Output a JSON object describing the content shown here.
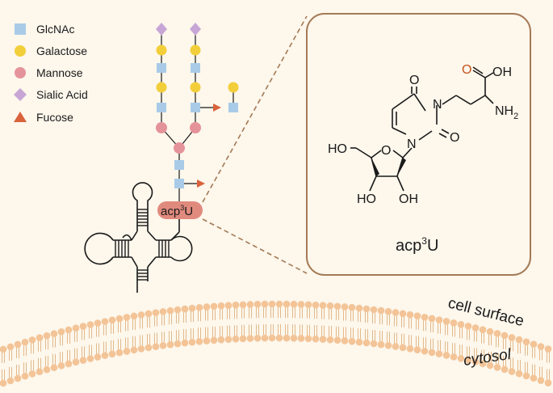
{
  "legend": [
    {
      "shape": "square",
      "label": "GlcNAc",
      "color": "#a9cbe8"
    },
    {
      "shape": "circle",
      "label": "Galactose",
      "color": "#f2cf3a"
    },
    {
      "shape": "circle",
      "label": "Mannose",
      "color": "#e5939a"
    },
    {
      "shape": "diamond",
      "label": "Sialic Acid",
      "color": "#c7a6d6"
    },
    {
      "shape": "triangle",
      "label": "Fucose",
      "color": "#d9623b"
    }
  ],
  "modified_base": {
    "prefix": "acp",
    "sup": "3",
    "suffix": "U",
    "pill_color": "#e08a7e"
  },
  "structure": {
    "atoms": {
      "o_top": "O",
      "n3": "N",
      "n1": "N",
      "o_right": "O",
      "acid_o": "O",
      "acid_oh": "OH",
      "amine": "NH",
      "amine_sub": "2",
      "ring_o": "O",
      "ho_left": "HO",
      "ho_bottom": "HO",
      "oh_bottom": "OH"
    },
    "caption": {
      "prefix": "acp",
      "sup": "3",
      "suffix": "U"
    },
    "panel_border": "#a47a55",
    "carbonyl_color": "#c8521a"
  },
  "membrane": {
    "outer_label": "cell surface",
    "inner_label": "cytosol",
    "head_color": "#f3c497",
    "tail_color": "#e2b98b"
  },
  "colors": {
    "background": "#fdf7ec",
    "connector": "#a47a55",
    "ink": "#1a1a1a"
  }
}
